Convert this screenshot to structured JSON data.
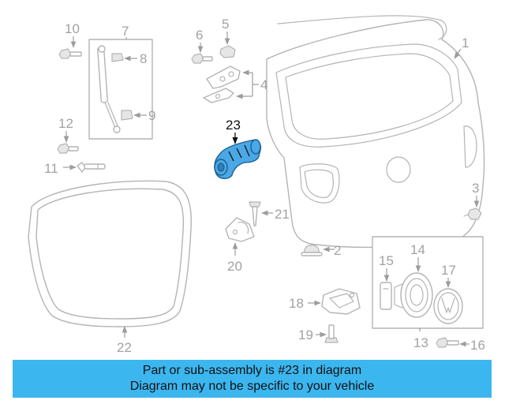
{
  "callouts": {
    "c1": "1",
    "c2": "2",
    "c3": "3",
    "c4": "4",
    "c5": "5",
    "c6": "6",
    "c7": "7",
    "c8": "8",
    "c9": "9",
    "c10": "10",
    "c11": "11",
    "c12": "12",
    "c13": "13",
    "c14": "14",
    "c15": "15",
    "c16": "16",
    "c17": "17",
    "c18": "18",
    "c19": "19",
    "c20": "20",
    "c21": "21",
    "c22": "22",
    "c23": "23"
  },
  "highlighted_part": "23",
  "colors": {
    "highlight_fill": "#4aa8e6",
    "banner_bg": "#3cb6ef",
    "line_art": "#b4b4b4"
  },
  "banner": {
    "line1": "Part or sub-assembly is #23 in diagram",
    "line2": "Diagram may not be specific to your vehicle"
  }
}
